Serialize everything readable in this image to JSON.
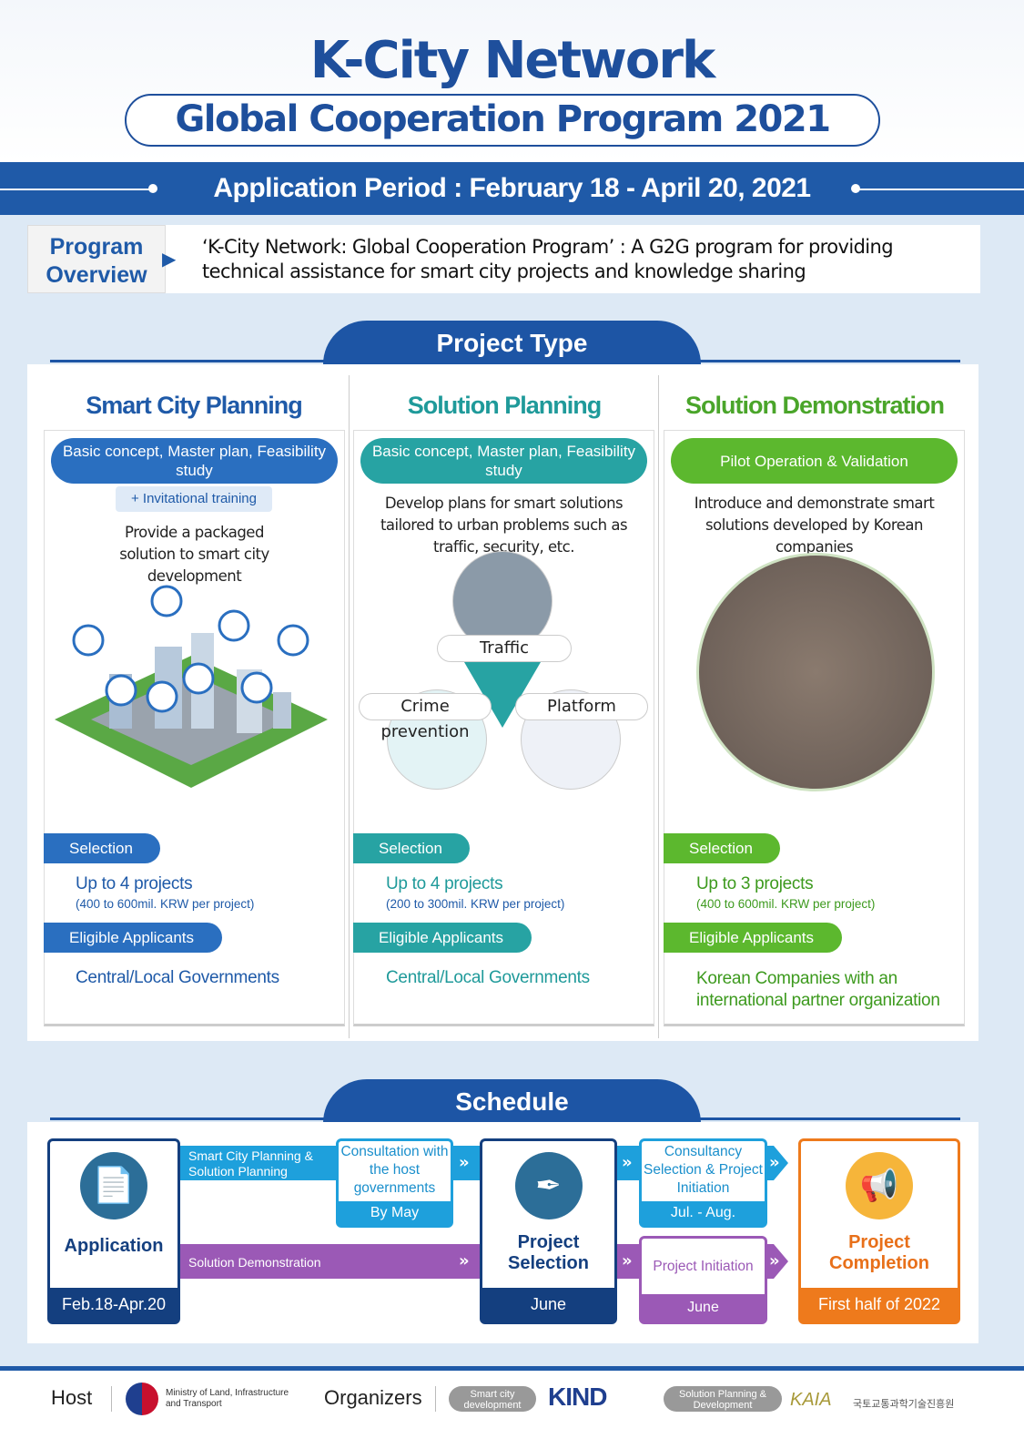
{
  "header": {
    "title": "K-City Network",
    "subtitle": "Global Cooperation Program 2021",
    "period": "Application Period : February 18 - April 20, 2021"
  },
  "overview": {
    "label": "Program Overview",
    "text": "‘K-City Network: Global Cooperation Program’ : A G2G program for providing technical assistance for smart city projects and knowledge sharing"
  },
  "project_type": {
    "title": "Project Type",
    "columns": [
      {
        "title": "Smart City Planning",
        "badge": "Basic concept, Master plan, Feasibility study",
        "extra": "+ Invitational training",
        "desc": "Provide a packaged solution to smart city development",
        "selection_label": "Selection",
        "selection": "Up to 4 projects",
        "budget": "(400 to 600mil. KRW per project)",
        "eligible_label": "Eligible Applicants",
        "eligible": "Central/Local Governments",
        "color": "#2a6fc0"
      },
      {
        "title": "Solution Planning",
        "badge": "Basic concept, Master plan, Feasibility study",
        "desc": "Develop plans for smart solutions tailored to urban problems such as traffic, security, etc.",
        "labels": [
          "Traffic",
          "Crime prevention",
          "Platform"
        ],
        "selection_label": "Selection",
        "selection": "Up to 4 projects",
        "budget": "(200 to 300mil. KRW per project)",
        "eligible_label": "Eligible Applicants",
        "eligible": "Central/Local Governments",
        "color": "#27a3a3"
      },
      {
        "title": "Solution Demonstration",
        "badge": "Pilot Operation & Validation",
        "desc": "Introduce and demonstrate smart solutions developed by Korean companies",
        "selection_label": "Selection",
        "selection": "Up to 3 projects",
        "budget": "(400 to 600mil. KRW per project)",
        "eligible_label": "Eligible Applicants",
        "eligible": "Korean Companies with an international partner organization",
        "color": "#5cb82e"
      }
    ]
  },
  "schedule": {
    "title": "Schedule",
    "application": {
      "label": "Application",
      "date": "Feb.18-Apr.20"
    },
    "track_planning": "Smart City Planning & Solution Planning",
    "track_demo": "Solution Demonstration",
    "consultation": {
      "label": "Consultation with the host governments",
      "date": "By May"
    },
    "selection": {
      "label": "Project Selection",
      "date": "June"
    },
    "consultancy": {
      "label": "Consultancy Selection & Project Initiation",
      "date": "Jul. - Aug."
    },
    "initiation": {
      "label": "Project Initiation",
      "date": "June"
    },
    "completion": {
      "label": "Project Completion",
      "date": "First half of 2022"
    }
  },
  "footer": {
    "host_label": "Host",
    "host": "Ministry of Land, Infrastructure and Transport",
    "organizers_label": "Organizers",
    "org1_role": "Smart city development",
    "org1": "KIND",
    "org2_role": "Solution Planning & Development",
    "org2": "KAIA",
    "org2_kr": "국토교통과학기술진흥원"
  }
}
